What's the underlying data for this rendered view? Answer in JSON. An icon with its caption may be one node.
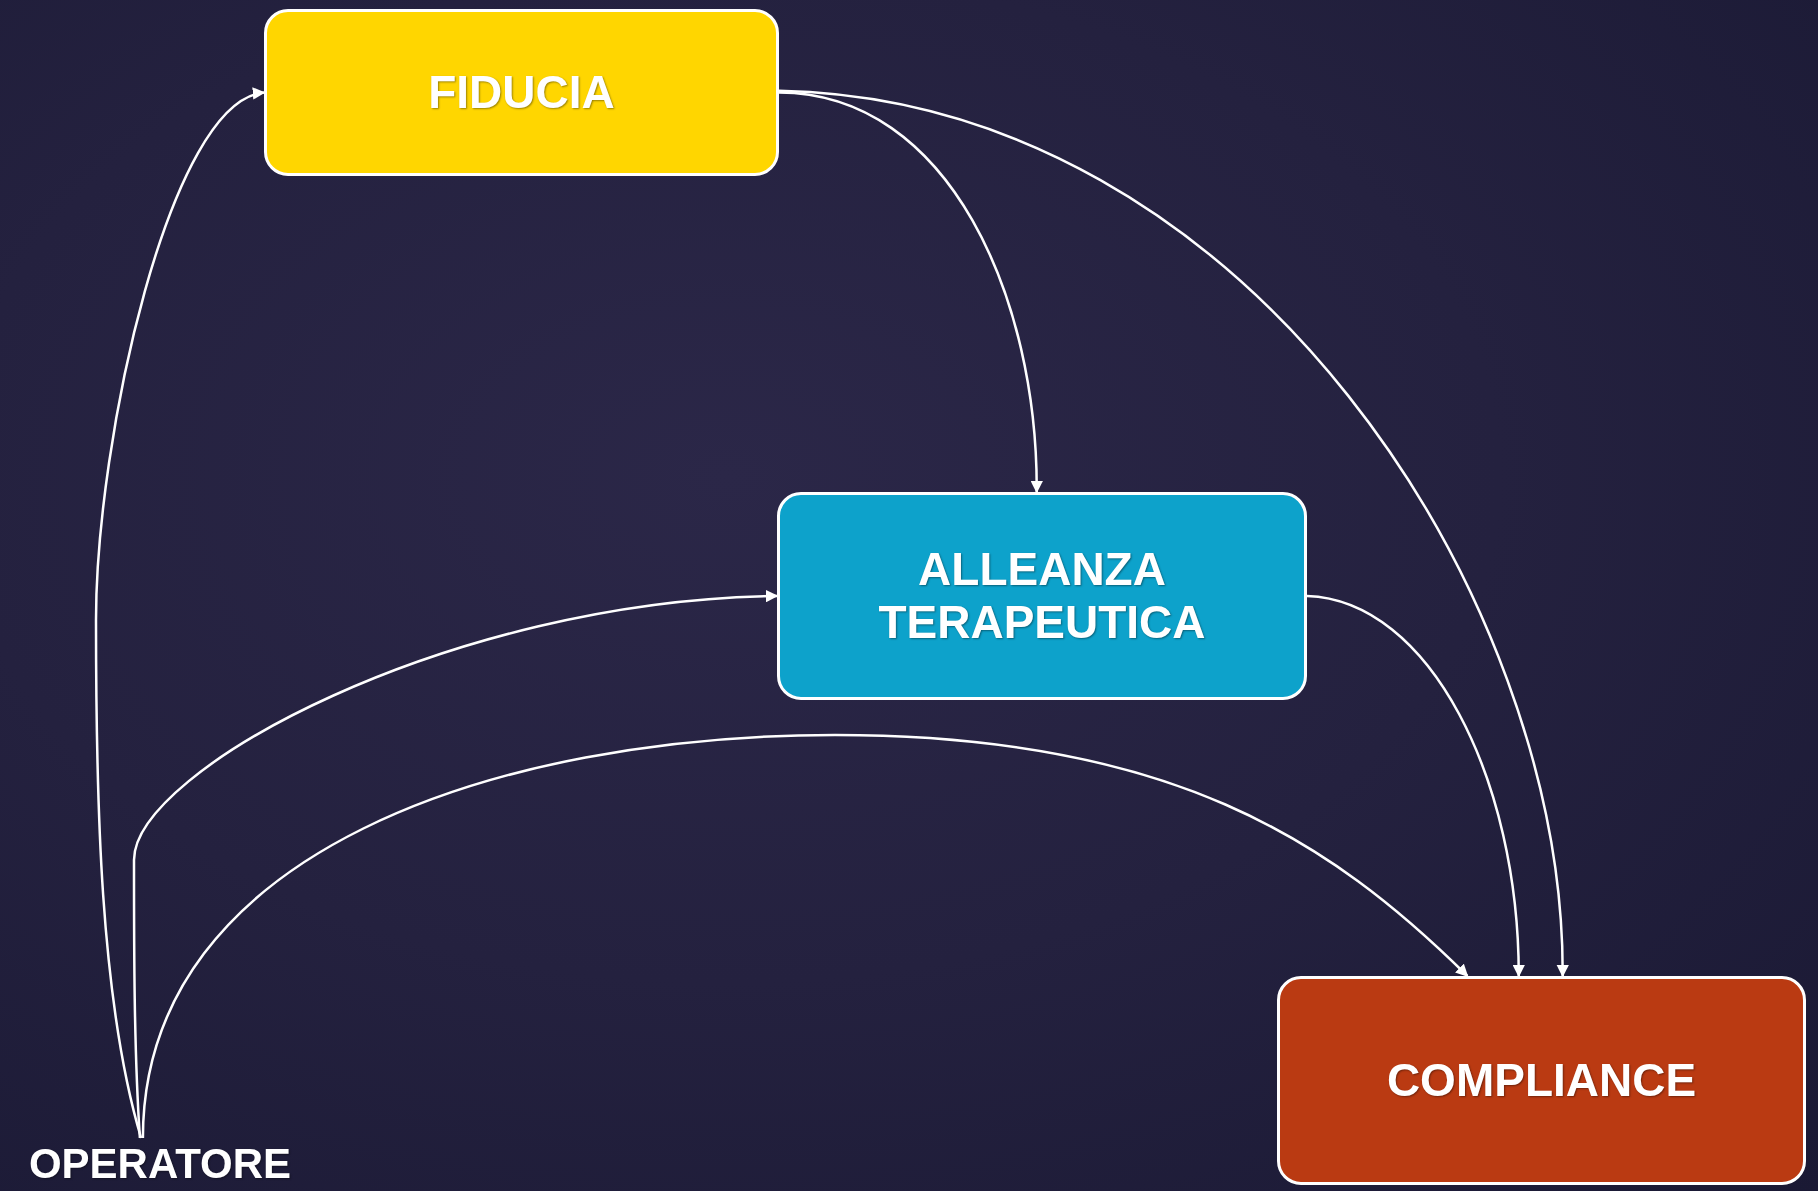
{
  "diagram": {
    "nodes": [
      {
        "text": [
          "FIDUCIA"
        ]
      },
      {
        "text": [
          "ALLEANZA TERAPEUTICA"
        ]
      },
      {
        "text": [
          "COMPLIANCE"
        ]
      },
      {
        "text": [
          "OPERATORE"
        ]
      }
    ],
    "edges": [
      {
        "from": 3,
        "to": 0,
        "arrow": "to"
      },
      {
        "from": 3,
        "to": 1,
        "arrow": "to"
      },
      {
        "from": 3,
        "to": 2,
        "arrow": "to"
      },
      {
        "from": 0,
        "to": 1,
        "arrow": "to"
      },
      {
        "from": 0,
        "to": 2,
        "arrow": "to"
      },
      {
        "from": 1,
        "to": 2,
        "arrow": "to"
      }
    ]
  }
}
